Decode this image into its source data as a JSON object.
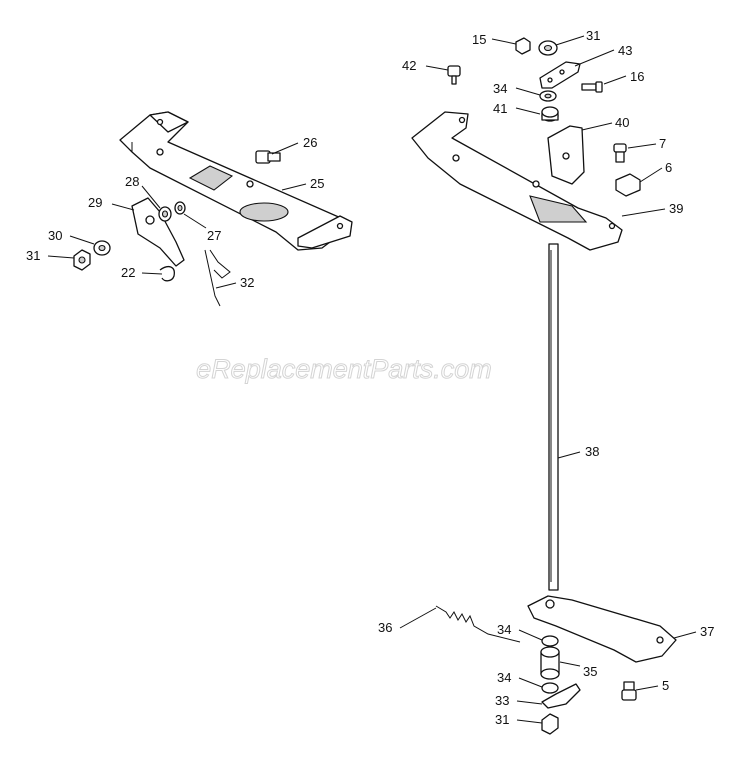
{
  "watermark": "eReplacementParts.com",
  "callouts": [
    {
      "id": "c15a",
      "text": "15"
    },
    {
      "id": "c31a",
      "text": "31"
    },
    {
      "id": "c43",
      "text": "43"
    },
    {
      "id": "c42",
      "text": "42"
    },
    {
      "id": "c16",
      "text": "16"
    },
    {
      "id": "c34a",
      "text": "34"
    },
    {
      "id": "c41",
      "text": "41"
    },
    {
      "id": "c40",
      "text": "40"
    },
    {
      "id": "c7",
      "text": "7"
    },
    {
      "id": "c6",
      "text": "6"
    },
    {
      "id": "c39",
      "text": "39"
    },
    {
      "id": "c26",
      "text": "26"
    },
    {
      "id": "c25",
      "text": "25"
    },
    {
      "id": "c28",
      "text": "28"
    },
    {
      "id": "c29",
      "text": "29"
    },
    {
      "id": "c27",
      "text": "27"
    },
    {
      "id": "c30",
      "text": "30"
    },
    {
      "id": "c31b",
      "text": "31"
    },
    {
      "id": "c22",
      "text": "22"
    },
    {
      "id": "c32",
      "text": "32"
    },
    {
      "id": "c38",
      "text": "38"
    },
    {
      "id": "c36",
      "text": "36"
    },
    {
      "id": "c34b",
      "text": "34"
    },
    {
      "id": "c37",
      "text": "37"
    },
    {
      "id": "c35",
      "text": "35"
    },
    {
      "id": "c34c",
      "text": "34"
    },
    {
      "id": "c5",
      "text": "5"
    },
    {
      "id": "c33",
      "text": "33"
    },
    {
      "id": "c31c",
      "text": "31"
    }
  ]
}
